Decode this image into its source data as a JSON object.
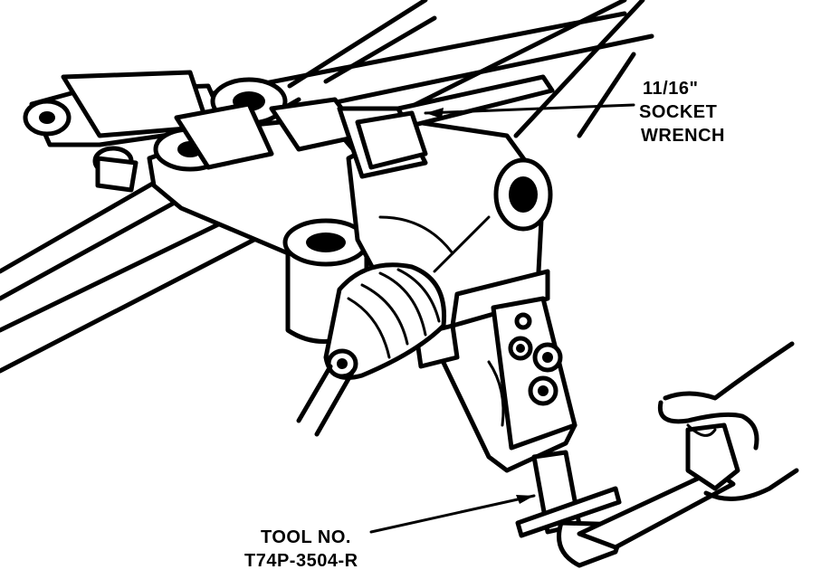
{
  "labels": {
    "wrench": [
      "11/16\"",
      "SOCKET",
      "WRENCH"
    ],
    "tool": [
      "TOOL NO.",
      "T74P-3504-R"
    ]
  }
}
